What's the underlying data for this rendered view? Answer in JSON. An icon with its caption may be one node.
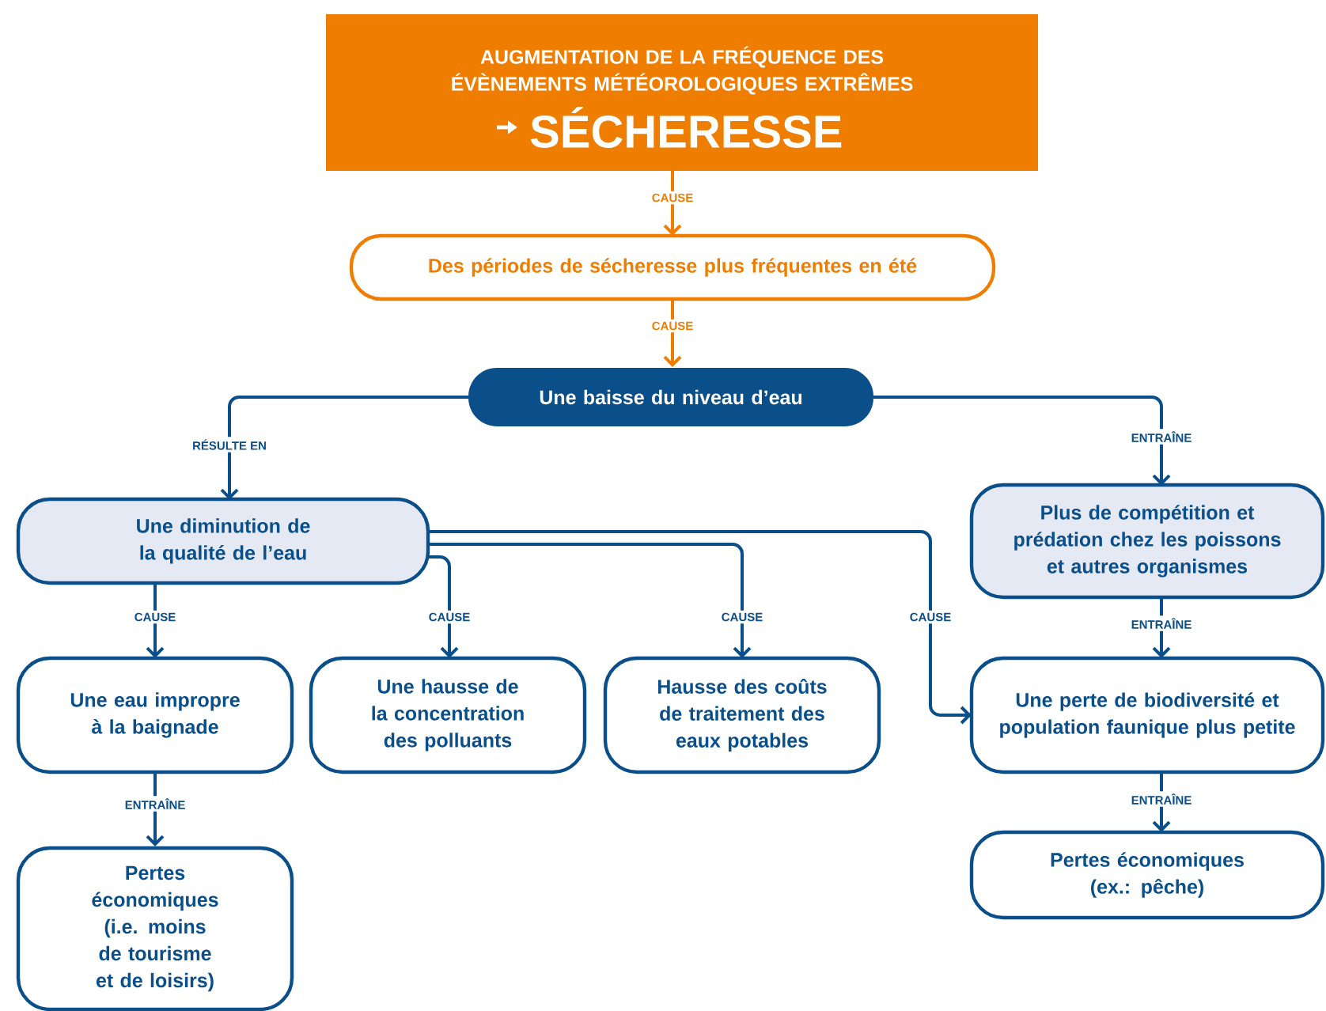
{
  "diagram": {
    "nodes": [
      {
        "text": [
          "AUGMENTATION DE LA FRÉQUENCE DES ÉVÈNEMENTS MÉTÉOROLOGIQUES EXTRÊMES",
          "SÉCHERESSE"
        ]
      },
      {
        "text": [
          "Des périodes de sécheresse plus fréquentes en été"
        ]
      },
      {
        "text": [
          "Une baisse du niveau d’eau"
        ]
      },
      {
        "text": [
          "Une diminution de la qualité de l’eau"
        ]
      },
      {
        "text": [
          "Plus de compétition et prédation chez les poissons et autres organismes"
        ]
      },
      {
        "text": [
          "Une eau impropre à la baignade"
        ]
      },
      {
        "text": [
          "Une hausse de la concentration des polluants"
        ]
      },
      {
        "text": [
          "Hausse des coûts de traitement des eaux potables"
        ]
      },
      {
        "text": [
          "Une perte de biodiversité et population faunique plus petite"
        ]
      },
      {
        "text": [
          "Pertes économiques (i.e. moins de tourisme et de loisirs)"
        ]
      },
      {
        "text": [
          "Pertes économiques (ex.: pêche)"
        ]
      }
    ],
    "edges": [
      {
        "from": 0,
        "to": 1,
        "arrow": "to",
        "label": "CAUSE",
        "color": "#ef7d00"
      },
      {
        "from": 1,
        "to": 2,
        "arrow": "to",
        "label": "CAUSE",
        "color": "#ef7d00"
      },
      {
        "from": 2,
        "to": 3,
        "arrow": "to",
        "label": "RÉSULTE EN"
      },
      {
        "from": 2,
        "to": 4,
        "arrow": "to",
        "label": "ENTRAÎNE"
      },
      {
        "from": 3,
        "to": 5,
        "arrow": "to",
        "label": "CAUSE"
      },
      {
        "from": 3,
        "to": 6,
        "arrow": "to",
        "label": "CAUSE"
      },
      {
        "from": 3,
        "to": 7,
        "arrow": "to",
        "label": "CAUSE"
      },
      {
        "from": 3,
        "to": 8,
        "arrow": "to",
        "label": "CAUSE"
      },
      {
        "from": 4,
        "to": 8,
        "arrow": "to",
        "label": "ENTRAÎNE"
      },
      {
        "from": 5,
        "to": 9,
        "arrow": "to",
        "label": "ENTRAÎNE"
      },
      {
        "from": 8,
        "to": 10,
        "arrow": "to",
        "label": "ENTRAÎNE"
      }
    ]
  }
}
